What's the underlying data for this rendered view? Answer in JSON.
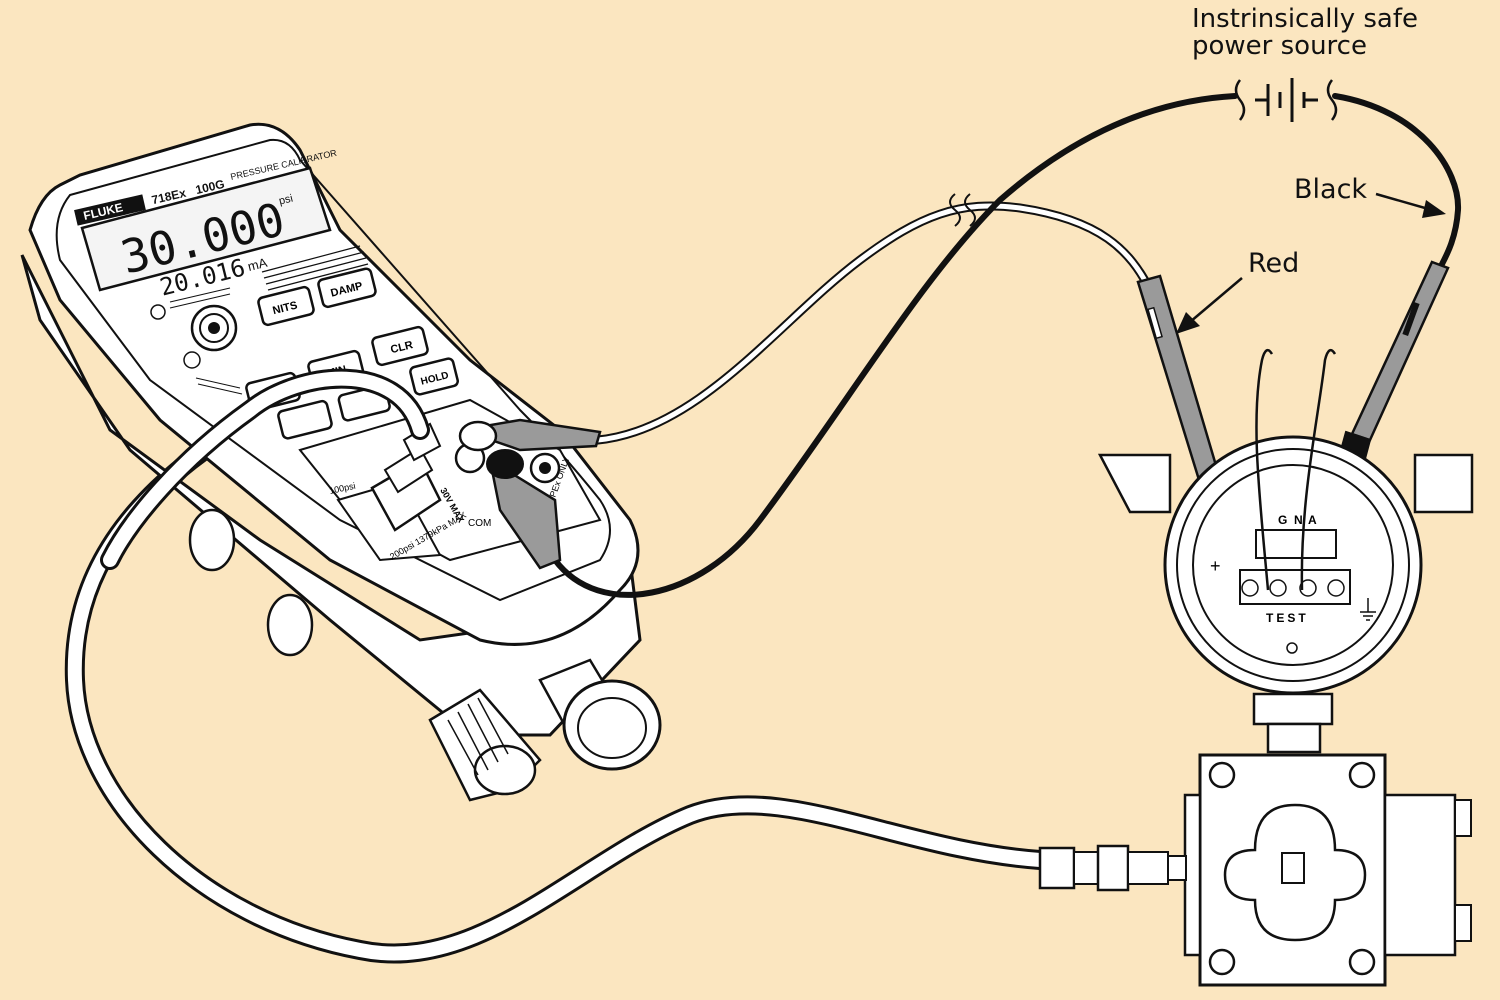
{
  "labels": {
    "power_source_line1": "Instrinsically safe",
    "power_source_line2": "power source",
    "black_lead": "Black",
    "red_lead": "Red"
  },
  "calibrator": {
    "brand": "FLUKE",
    "model": "718Ex",
    "range": "100G",
    "title": "PRESSURE CALIBRATOR",
    "display_main": "30.000",
    "display_unit": "psi",
    "display_secondary": "20.016",
    "display_secondary_unit": "mA",
    "buttons": [
      "NITS",
      "DAMP",
      "CLR",
      "MIN",
      "HOLD"
    ],
    "port_label_a": "100psi",
    "port_label_b": "200psi 1379kPa MAX",
    "com_label": "COM",
    "v_max_label": "30V MAX",
    "right_jack_label": "700PEx ONLY"
  },
  "transmitter": {
    "terminal_labels": [
      "G",
      "N",
      "A"
    ],
    "plus_label": "+",
    "test_label": "TEST"
  },
  "colors": {
    "background": "#fbe6c0",
    "outline": "#111111",
    "body": "#ffffff",
    "lead_gray": "#9a9a9a",
    "lead_black": "#111111"
  }
}
